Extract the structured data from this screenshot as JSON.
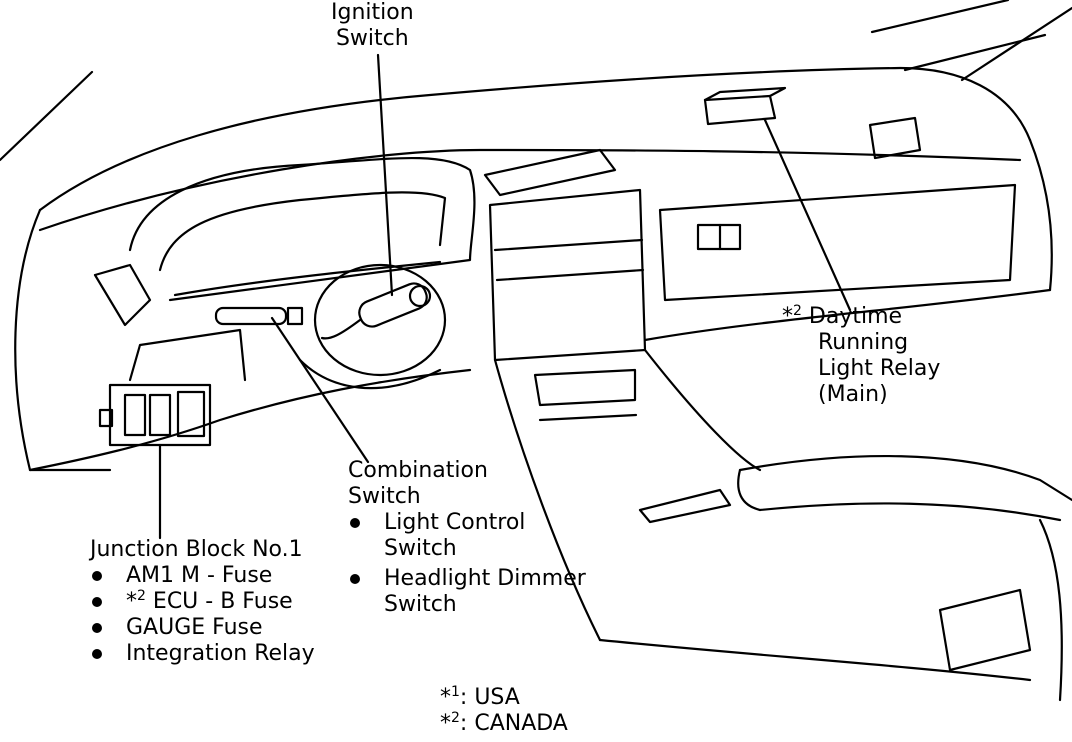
{
  "labels": {
    "ignition": [
      "Ignition",
      "Switch"
    ],
    "drl": {
      "mark": "*",
      "sup": "2",
      "lines": [
        "Daytime",
        "Running",
        "Light Relay",
        "(Main)"
      ]
    },
    "combination": {
      "title": [
        "Combination",
        "Switch"
      ],
      "items": [
        [
          "Light Control",
          "Switch"
        ],
        [
          "Headlight Dimmer",
          "Switch"
        ]
      ]
    },
    "junction": {
      "title": "Junction Block No.1",
      "items": [
        "AM1 M - Fuse",
        "ECU - B Fuse",
        "GAUGE Fuse",
        "Integration Relay"
      ],
      "item2_mark": "*",
      "item2_sup": "2"
    },
    "legend": [
      {
        "mark": "*",
        "sup": "1",
        "text": ": USA"
      },
      {
        "mark": "*",
        "sup": "2",
        "text": ": CANADA"
      }
    ]
  }
}
